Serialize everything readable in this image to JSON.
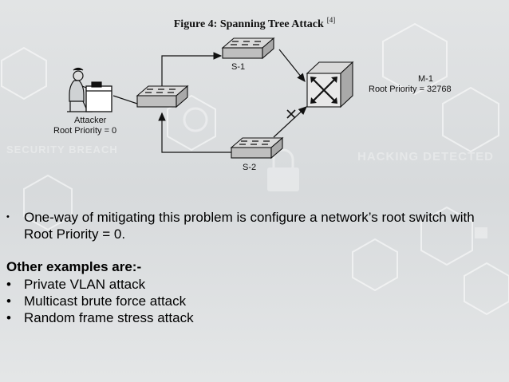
{
  "figure": {
    "title": "Figure 4: Spanning Tree Attack",
    "ref": "[4]"
  },
  "nodes": {
    "attacker": {
      "name": "Attacker",
      "priority": "Root Priority = 0"
    },
    "s1": {
      "name": "S-1"
    },
    "s2": {
      "name": "S-2"
    },
    "m1": {
      "name": "M-1",
      "priority": "Root Priority = 32768"
    }
  },
  "watermarks": {
    "left": "SECURITY BREACH",
    "right": "HACKING DETECTED"
  },
  "mitigation": {
    "bullet": "•",
    "text": "One-way of mitigating this problem is configure a network’s root switch with Root Priority = 0."
  },
  "examples": {
    "heading": "Other examples are:-",
    "items": [
      {
        "bullet": "•",
        "text": "Private VLAN attack"
      },
      {
        "bullet": "•",
        "text": "Multicast brute force attack"
      },
      {
        "bullet": "•",
        "text": "Random frame stress attack"
      }
    ]
  },
  "colors": {
    "background": "#e5e7e8",
    "line": "#111111"
  }
}
